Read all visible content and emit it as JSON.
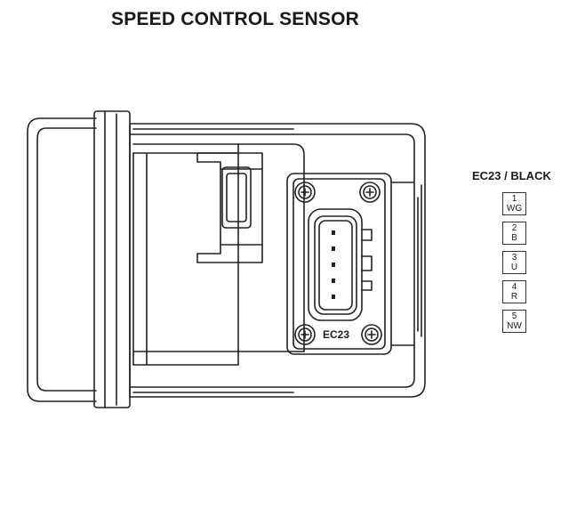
{
  "title": "SPEED CONTROL SENSOR",
  "connector": {
    "id_label": "EC23",
    "heading": "EC23 / BLACK",
    "pins": [
      {
        "number": "1",
        "wire": "WG"
      },
      {
        "number": "2",
        "wire": "B"
      },
      {
        "number": "3",
        "wire": "U"
      },
      {
        "number": "4",
        "wire": "R"
      },
      {
        "number": "5",
        "wire": "NW"
      }
    ]
  }
}
